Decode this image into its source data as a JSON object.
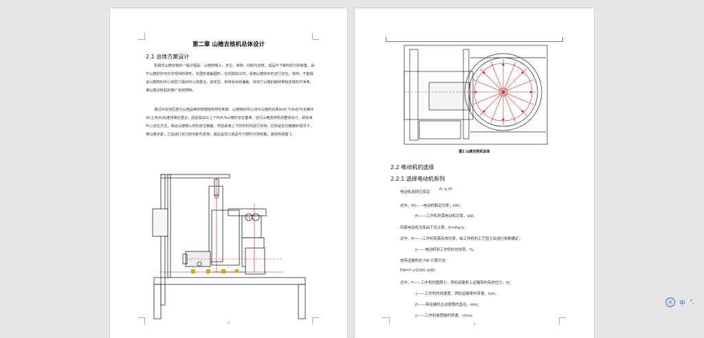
{
  "left_page": {
    "chapter_title": "第二章 山楂去核机总体设计",
    "section_title": "2.1 总体方案设计",
    "paragraph1": "机械式山楂去核的一般过程是：山楂的喂入、定位、夹持、切削与去核、成品与下脚料的分别收集。由于山楂的外形并非规则的球形，长圆形或扁圆形，在机械加工时，采用山楂的外形进行定位、夹持，不能保证山楂核的中心线同刀具的中心线重合，其定位、夹持会出现偏差，增加了山楂的破碎率和去核的不净率，使山楂去核机的推广受到限制。",
    "paragraph2": "通过对本地区部分山楂品种的物理结构研究知道：山楂核的中心线与山楂的花萼凹点(下凹点)与花蒂凹点(上凹点)的连线接近重合，因此提出以上下凹点为山楂的定位基准，进行山楂去核机的整体设计，即采用中心定位方式，保证山楂喂入时的定位精度，然后采用上下仿形机构进行夹持，在保证定位精度的情况下，使山楂夹紧，之后进行双刀的切削与去核，最后是加工成品与下脚料分别收集，其结构如图 1。",
    "page_number": "4"
  },
  "right_page": {
    "figure_caption": "图1 山楂去核机总体",
    "section_title": "2.2 电动机的选择",
    "subsection_title": "2.2.1 选择电动机系列",
    "lines": [
      "电动机选择应保证：",
      "式中，P0——电动机额定功率，kW；",
      "Pr——工作机所需电动机功率，kW。",
      "所需电动机功率由下式计算，Pr=Pw/η",
      "式中，Pr——工作机所需有效功率，由工作机的工艺阻力及运行参数确定；",
      "η——电动机到工作机的总效率，%。",
      "皮带运输机的 PW 计算方法：",
      "PW=F·v/1000 (kW)",
      "式中，F——工作机的圆周力，例如运输机上运输带的有效拉力，N；",
      "v——工作机的线速度，例如运输带的带速，m/s；",
      "D——带运输机主动滚筒的直径，mm；",
      "n——工作机卷筒轴的转速，r/min。"
    ],
    "formula": "P₀ ≥ Pr",
    "page_number": "5"
  },
  "float_toolbar": {
    "lang_label": "中",
    "dots_label": "°,"
  },
  "colors": {
    "background": "#e6e6e6",
    "page": "#ffffff",
    "accent": "#2d6ad8",
    "drawing_red": "#cc1b1b"
  }
}
